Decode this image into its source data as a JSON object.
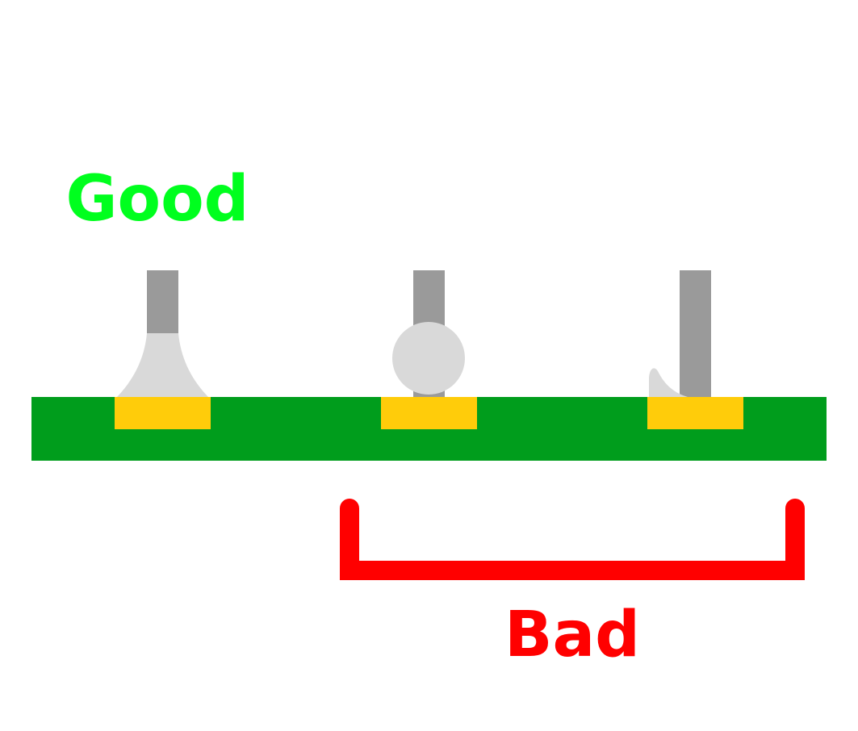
{
  "labels": {
    "good": "Good",
    "bad": "Bad"
  },
  "colors": {
    "background": "#ffffff",
    "board": "#009d1c",
    "pad": "#ffcc0a",
    "lead": "#9a9a9a",
    "solder": "#d9d9d9",
    "good_text": "#00ff1e",
    "bad_text": "#ff0000",
    "bad_bracket": "#ff0000"
  },
  "joints": [
    {
      "name": "good-fillet-joint",
      "status": "good"
    },
    {
      "name": "ball-solder-joint",
      "status": "bad"
    },
    {
      "name": "dewetted-solder-joint",
      "status": "bad"
    }
  ]
}
